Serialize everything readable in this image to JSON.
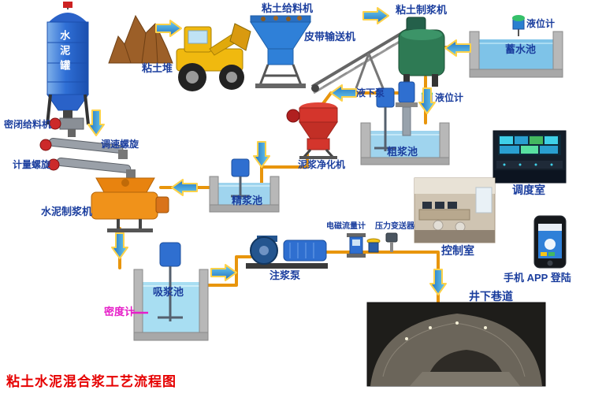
{
  "title": "粘土水泥混合浆工艺流程图",
  "labels": {
    "cement_tank": "水泥罐",
    "sealed_feeder": "密闭给料机",
    "speed_screw": "调速螺旋",
    "metering_screw": "计量螺旋",
    "cement_slurry_machine": "水泥制浆机",
    "clay_pile": "粘土堆",
    "clay_feeder": "粘土给料机",
    "belt_conveyor": "皮带输送机",
    "clay_slurry_machine": "粘土制浆机",
    "level_gauge_water": "液位计",
    "water_pool": "蓄水池",
    "submerged_pump": "液下泵",
    "level_gauge_coarse": "液位计",
    "coarse_pool": "粗浆池",
    "mud_purifier": "泥浆净化机",
    "fine_pool": "精浆池",
    "suction_pool": "吸浆池",
    "density_meter": "密度计",
    "grouting_pump": "注浆泵",
    "flowmeter": "电磁流量计",
    "pressure_transmitter": "压力变送器",
    "control_room": "控制室",
    "dispatch_room": "调度室",
    "mobile_app": "手机 APP 登陆",
    "tunnel": "井下巷道"
  },
  "colors": {
    "label_blue": "#1b3e9e",
    "density_magenta": "#e61ec8",
    "title_red": "#e60000",
    "pipe_orange": "#e8950c",
    "arrow_fill": "#2f86c8",
    "arrow_outline": "#ffd24a"
  }
}
